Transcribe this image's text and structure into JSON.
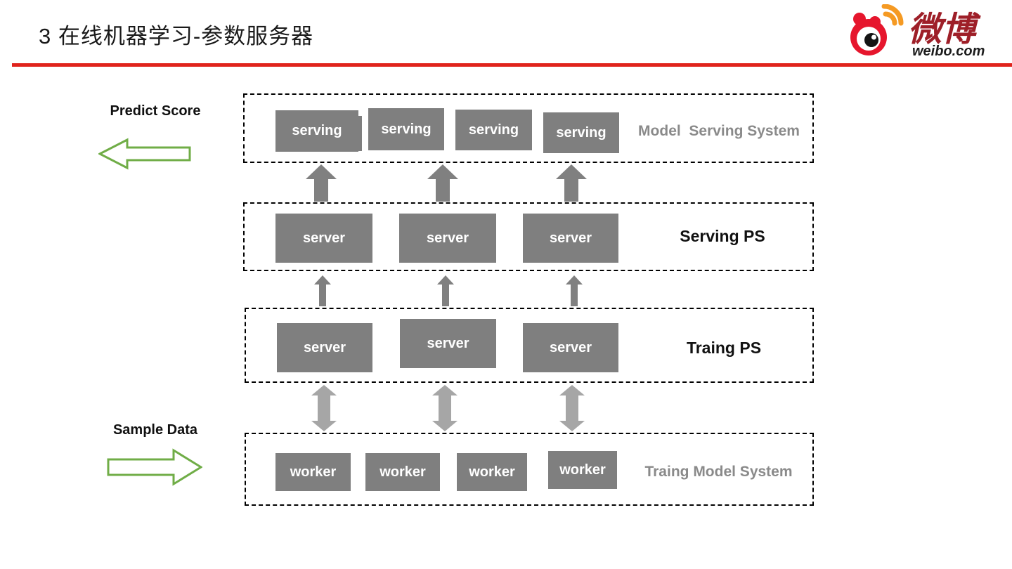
{
  "slide": {
    "title": "3 在线机器学习-参数服务器"
  },
  "logo": {
    "brand": "微博",
    "domain": "weibo.com"
  },
  "annotations": {
    "predict_label": "Predict Score",
    "sample_label": "Sample Data"
  },
  "diagram": {
    "layers": [
      {
        "label": "Model  Serving System",
        "nodes": [
          "serving",
          "serving",
          "serving",
          "serving"
        ]
      },
      {
        "label": "Serving PS",
        "nodes": [
          "server",
          "server",
          "server"
        ]
      },
      {
        "label": "Traing PS",
        "nodes": [
          "server",
          "server",
          "server"
        ]
      },
      {
        "label": "Traing Model System",
        "nodes": [
          "worker",
          "worker",
          "worker",
          "worker"
        ]
      }
    ]
  },
  "colors": {
    "accent_red": "#e0231c",
    "node_gray": "#7f7f7f",
    "node_text": "#ffffff",
    "arrow_gray": "#808080",
    "arrow_light_gray": "#a6a6a6",
    "label_gray": "#8a8a8a",
    "green_outline": "#70ad47",
    "logo_red": "#e6162d",
    "logo_orange": "#f59a23"
  }
}
